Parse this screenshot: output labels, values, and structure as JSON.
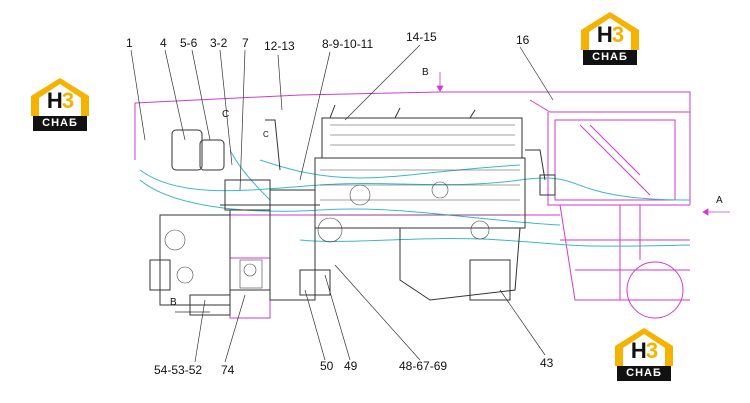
{
  "callouts": {
    "c1": "1",
    "c4": "4",
    "c5_6": "5-6",
    "c3_2": "3-2",
    "c7": "7",
    "c12_13": "12-13",
    "c8_9_10_11": "8-9-10-11",
    "c14_15": "14-15",
    "c16": "16",
    "c54_53_52": "54-53-52",
    "c74": "74",
    "c50": "50",
    "c49": "49",
    "c48_67_69": "48-67-69",
    "c43": "43"
  },
  "views": {
    "a": "A",
    "b_top": "B",
    "b_left": "B",
    "c": "C",
    "c_small": "C"
  },
  "logo": {
    "mark_letter": "Н",
    "mark_digit": "3",
    "brand": "СНАБ"
  },
  "colors": {
    "outline": "#333333",
    "magenta": "#d23ad2",
    "cyan": "#3ab8c8",
    "logo_gold": "#f5b200",
    "logo_black": "#111111"
  }
}
